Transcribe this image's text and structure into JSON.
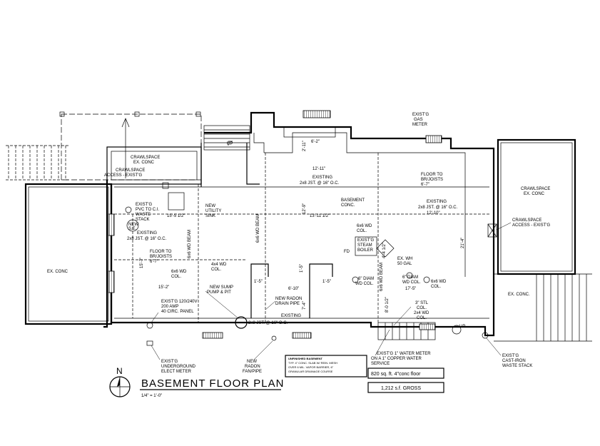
{
  "title": "BASEMENT FLOOR PLAN",
  "scale": "1/4\" = 1'-0\"",
  "north": "N",
  "labels": {
    "crawlspace_left": "CRAWLSPACE",
    "crawlspace_left_sub": "EX. CONC",
    "crawlspace_access_left": "CRAWLSPACE",
    "crawlspace_access_left_sub": "ACCESS - EXIST'G",
    "ex_conc_left": "EX. CONC",
    "up": "UP",
    "exist_pvc_1": "EXIST'G",
    "exist_pvc_2": "PVC TO C.I.",
    "exist_pvc_3": "WASTE",
    "exist_pvc_4": "STACK",
    "new_se_1": "NEW",
    "new_se_2": "S.E.",
    "utility_1": "NEW",
    "utility_2": "UTILITY",
    "utility_3": "SINK",
    "dim_15_5": "15'-5 1/2\"",
    "existing_w1": "EXISTING",
    "joist_w1": "2x8 JST. @ 16\" O.C.",
    "floor_to_joists_w1": "FLOOR TO",
    "floor_to_joists_w2": "BR/JOISTS",
    "floor_to_joists_w3": "6'-7\"",
    "dim_15_7": "15'-7\"",
    "col_6x6_w1": "6x6 WD",
    "col_6x6_w2": "COL.",
    "col_4x4_1": "4x4 WD",
    "col_4x4_2": "COL.",
    "beam_6x6_w": "6x6 WD BEAM",
    "beam_6x6_c": "6x6 WD BEAM",
    "dim_15_2": "15'-2\"",
    "sump_1": "NEW SUMP",
    "sump_2": "PUMP & PIT",
    "panel_1": "EXIST'G 120/240V",
    "panel_2": "200 AMP",
    "panel_3": "40 CIRC. PANEL",
    "meter_1": "EXIST'G",
    "meter_2": "UNDERGROUND",
    "meter_3": "ELECT METER",
    "radon_pipe_1": "NEW",
    "radon_pipe_2": "RADON",
    "radon_pipe_3": "FAN/PIPE",
    "radon_drain_1": "NEW RADON",
    "radon_drain_2": "DRAIN PIPE",
    "existing_s": "EXISTING",
    "joist_s": "2x8 JST. @ 16\" O.C.",
    "dim_1_5a": "1'-5\"",
    "dim_1_5b": "1'-5\"",
    "dim_1_5c": "1'-5\"",
    "dim_6_10": "6'-10\"",
    "dim_7_4": "7'-4\"",
    "dim_6_2": "6'-2\"",
    "dim_2_11": "2'-11\"",
    "dim_12_11": "12'-11\"",
    "existing_c": "EXISTING",
    "joist_c": "2x8 JST. @ 16\" O.C.",
    "basement_1": "BASEMENT",
    "basement_2": "CONC.",
    "dim_12_9": "12'-9\"",
    "dim_13_11": "13'-11 1/2\"",
    "col_6x6_c1": "6x6 WD",
    "col_6x6_c2": "COL.",
    "boiler_1": "EXIST'G",
    "boiler_2": "STEAM",
    "boiler_3": "BOILER",
    "fd": "FD",
    "wh_1": "EX. WH",
    "wh_2": "50 GAL",
    "dim_4_4": "4'-4 1/2\"",
    "col_diam_1": "6\" DIAM",
    "col_diam_2": "WD COL.",
    "col_diam_r1": "6\" DIAM",
    "col_diam_r2": "WD COL.",
    "dim_17_5": "17'-5\"",
    "col_6x6_r1": "6x6 WD",
    "col_6x6_r2": "COL.",
    "stl_col_1": "3\" STL",
    "stl_col_2": "COL.",
    "col_2x4_1": "2x4 WD",
    "col_2x4_2": "COL.",
    "dim_8_0": "8'-0 1/2\"",
    "beam_6x6_r": "6x6 WD BEAM",
    "gas_1": "EXIST'G",
    "gas_2": "GAS",
    "gas_3": "METER",
    "floor_to_joists_e1": "FLOOR TO",
    "floor_to_joists_e2": "BR/JOISTS",
    "floor_to_joists_e3": "6'-7\"",
    "existing_e": "EXISTING",
    "joist_e": "2x8 JST. @ 16\" O.C.",
    "dim_12_10": "12'-10\"",
    "dim_21_4": "21'-4\"",
    "crawlspace_right": "CRAWLSPACE",
    "crawlspace_right_sub": "EX. CONC",
    "crawlspace_access_right": "CRAWLSPACE",
    "crawlspace_access_right_sub": "ACCESS - EXIST'G",
    "ex_conc_right": "EX. CONC.",
    "castiron_1": "EXIST'G",
    "castiron_2": "CAST-IRON",
    "castiron_3": "WASTE STACK",
    "water_1": "EXIST'G 1\" WATER METER",
    "water_2": "ON A 1\" COPPER WATER",
    "water_3": "SERVICE",
    "note_title": "UNFINISHED BASEMENT",
    "note_1": "TYP. 4\" CONC. SLAB W/ REIN. MESH",
    "note_2": "OVER 6 MIL. VAPOR BARRIER, 6\"",
    "note_3": "GRANULAR DRAINAGE COURSE",
    "area_1": "820 sq. ft. 4\"conc floor",
    "area_2": "1,212 s.f. GROSS",
    "up_stairs": "UP"
  }
}
